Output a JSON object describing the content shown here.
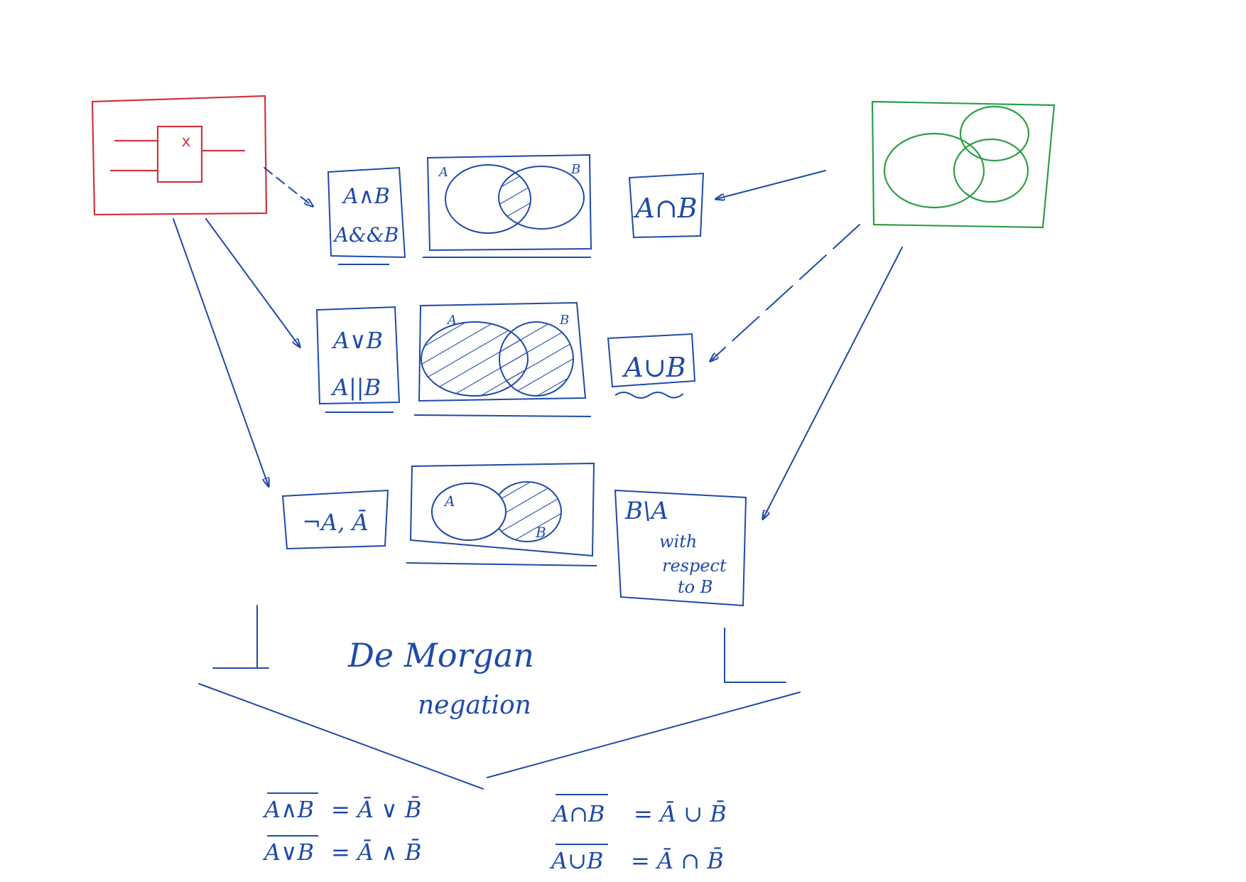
{
  "colors": {
    "ink_blue": "#1f4aa8",
    "ink_red": "#d0363f",
    "ink_green": "#2e9e46"
  },
  "logic_gate_box": {
    "icon": "logic-gate-icon",
    "gate_mark": "x"
  },
  "venn_box": {
    "icon": "three-circle-venn-icon"
  },
  "rows": [
    {
      "logic": [
        "A∧B",
        "A&&B"
      ],
      "venn": {
        "label_a": "A",
        "label_b": "B",
        "shading": "intersection"
      },
      "set": [
        "A∩B"
      ]
    },
    {
      "logic": [
        "A∨B",
        "A||B"
      ],
      "venn": {
        "label_a": "A",
        "label_b": "B",
        "shading": "union"
      },
      "set": [
        "A∪B"
      ]
    },
    {
      "logic": [
        "¬A, Ā"
      ],
      "venn": {
        "label_a": "A",
        "label_b": "B",
        "shading": "b-minus-a"
      },
      "set": [
        "B\\A",
        "with",
        "respect",
        "to B"
      ]
    }
  ],
  "de_morgan": {
    "title_line1": "De Morgan",
    "title_line2": "negation",
    "logic_laws": [
      {
        "lhs": "A∧B",
        "rhs": "= Ā ∨ B̄"
      },
      {
        "lhs": "A∨B",
        "rhs": "= Ā ∧ B̄"
      }
    ],
    "set_laws": [
      {
        "lhs": "A∩B",
        "rhs": "= Ā ∪ B̄"
      },
      {
        "lhs": "A∪B",
        "rhs": "= Ā ∩ B̄"
      }
    ]
  }
}
